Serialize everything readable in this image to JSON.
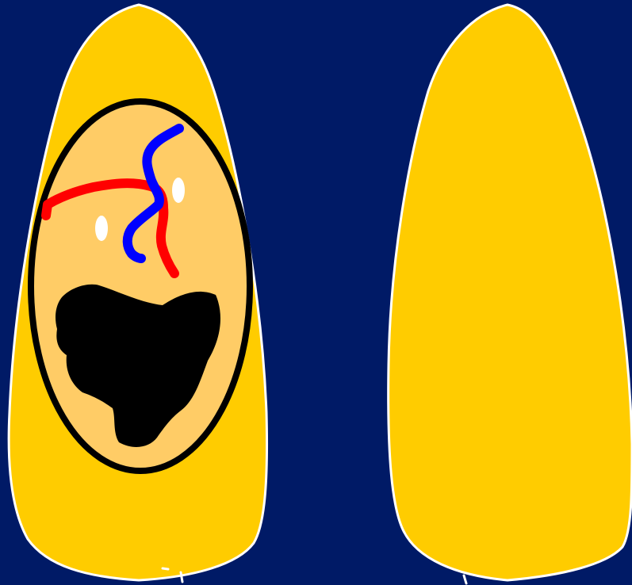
{
  "canvas": {
    "background_color": "#001a66"
  },
  "diagram": {
    "kind": "illustration",
    "subjects": [
      {
        "id": "left-seed",
        "fill_color": "#ffcc00",
        "outline_color": "#ffffff",
        "has_cutaway": true
      },
      {
        "id": "right-seed",
        "fill_color": "#ffcc00",
        "outline_color": "#ffffff",
        "has_cutaway": false
      }
    ],
    "cutaway": {
      "fill_color": "#ffcc66",
      "border_color": "#000000",
      "dark_mass_color": "#000000",
      "red_strand_color": "#ff0000",
      "blue_strand_color": "#0000ff",
      "spot_color": "#ffffff"
    }
  }
}
